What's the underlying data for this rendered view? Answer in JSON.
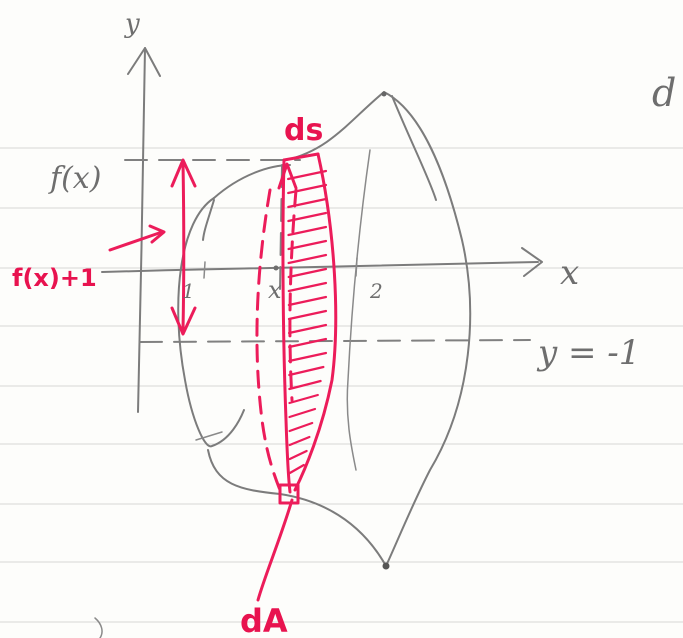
{
  "labels": {
    "y_axis": "y",
    "x_axis": "x",
    "f_of_x": "f(x)",
    "x_point": "x",
    "tick_1": "1",
    "tick_2": "2",
    "line_eq": "y = -1",
    "ds": "ds",
    "radius": "f(x)+1",
    "dA": "dA",
    "margin_letter": "d"
  },
  "colors": {
    "pencil": "#7c7c7c",
    "ink": "#ec1c5a",
    "ruled_line": "#d6d6d6",
    "paper": "#fdfdfb"
  }
}
